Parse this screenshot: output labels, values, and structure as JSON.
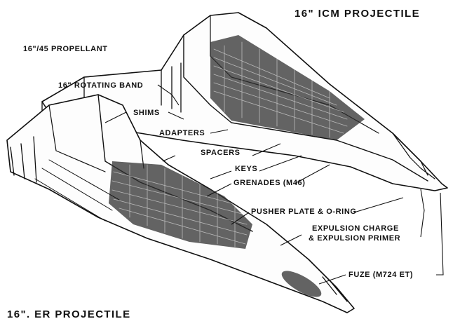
{
  "titles": {
    "icm": "16\" ICM PROJECTILE",
    "er": "16\". ER PROJECTILE"
  },
  "labels": {
    "propellant": "16\"/45 PROPELLANT",
    "rotating_band": "16\" ROTATING BAND",
    "shims": "SHIMS",
    "adapters": "ADAPTERS",
    "spacers": "SPACERS",
    "keys": "KEYS",
    "grenades": "GRENADES (M46)",
    "pusher_plate": "PUSHER PLATE & O-RING",
    "expulsion_charge_line1": "EXPULSION CHARGE",
    "expulsion_charge_line2": "& EXPULSION PRIMER",
    "fuze": "FUZE (M724 ET)"
  },
  "colors": {
    "ink": "#111111",
    "paper": "#ffffff"
  }
}
